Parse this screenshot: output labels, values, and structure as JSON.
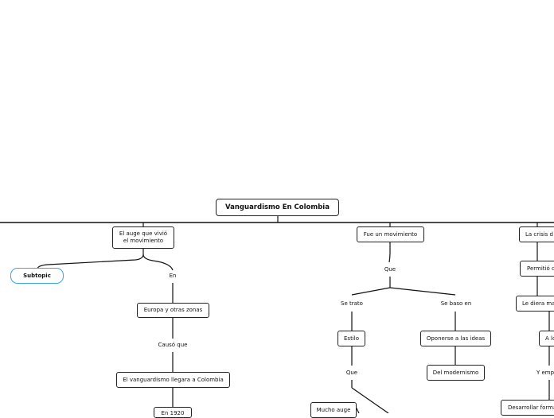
{
  "root": {
    "title": "Vanguardismo En Colombia"
  },
  "branch_left": {
    "topic": "El auge que vivió el movimiento",
    "subtopic": "Subtopic",
    "connector_en": "En",
    "europa": "Europa y otras zonas",
    "connector_causo": "Causó que",
    "llegara": "El vanguardismo llegara a Colombia",
    "year_partial": "En 1920"
  },
  "branch_center": {
    "topic": "Fue un movimiento",
    "connector_que": "Que",
    "se_trato": "Se trato",
    "se_baso": "Se baso en",
    "estilo": "Estilo",
    "oponerse": "Oponerse a las ideas",
    "connector_que2": "Que",
    "modernismo": "Del modernismo",
    "mucho_auge": "Mucho auge"
  },
  "branch_right": {
    "crisis": "La crisis d",
    "permitio": "Permitió c",
    "diera": "Le diera ma",
    "a_lo": "A lo",
    "y_emp": "Y emp",
    "desarrollar": "Desarrollar forma"
  }
}
